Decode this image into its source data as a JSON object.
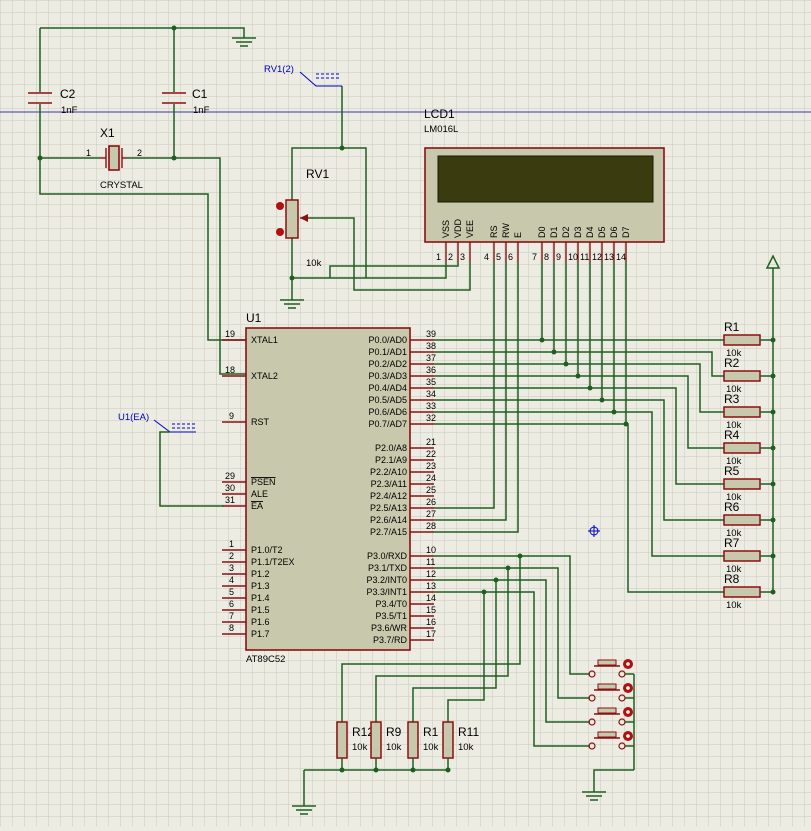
{
  "components": {
    "c2": {
      "ref": "C2",
      "value": "1nF"
    },
    "c1": {
      "ref": "C1",
      "value": "1nF"
    },
    "x1": {
      "ref": "X1",
      "type": "CRYSTAL",
      "pin1": "1",
      "pin2": "2"
    },
    "rv1": {
      "ref": "RV1",
      "value": "10k",
      "probe": "RV1(2)"
    },
    "lcd": {
      "ref": "LCD1",
      "model": "LM016L",
      "pins": [
        {
          "name": "VSS",
          "num": "1"
        },
        {
          "name": "VDD",
          "num": "2"
        },
        {
          "name": "VEE",
          "num": "3"
        },
        {
          "name": "RS",
          "num": "4"
        },
        {
          "name": "RW",
          "num": "5"
        },
        {
          "name": "E",
          "num": "6"
        },
        {
          "name": "D0",
          "num": "7"
        },
        {
          "name": "D1",
          "num": "8"
        },
        {
          "name": "D2",
          "num": "9"
        },
        {
          "name": "D3",
          "num": "10"
        },
        {
          "name": "D4",
          "num": "11"
        },
        {
          "name": "D5",
          "num": "12"
        },
        {
          "name": "D6",
          "num": "13"
        },
        {
          "name": "D7",
          "num": "14"
        }
      ]
    },
    "u1": {
      "ref": "U1",
      "model": "AT89C52",
      "probe": "U1(EA)",
      "left_pins": [
        {
          "name": "XTAL1",
          "num": "19"
        },
        {
          "name": "XTAL2",
          "num": "18"
        },
        {
          "name": "RST",
          "num": "9"
        },
        {
          "name": "PSEN",
          "num": "29"
        },
        {
          "name": "ALE",
          "num": "30"
        },
        {
          "name": "EA",
          "num": "31"
        },
        {
          "name": "P1.0/T2",
          "num": "1"
        },
        {
          "name": "P1.1/T2EX",
          "num": "2"
        },
        {
          "name": "P1.2",
          "num": "3"
        },
        {
          "name": "P1.3",
          "num": "4"
        },
        {
          "name": "P1.4",
          "num": "5"
        },
        {
          "name": "P1.5",
          "num": "6"
        },
        {
          "name": "P1.6",
          "num": "7"
        },
        {
          "name": "P1.7",
          "num": "8"
        }
      ],
      "right_pins": [
        {
          "name": "P0.0/AD0",
          "num": "39"
        },
        {
          "name": "P0.1/AD1",
          "num": "38"
        },
        {
          "name": "P0.2/AD2",
          "num": "37"
        },
        {
          "name": "P0.3/AD3",
          "num": "36"
        },
        {
          "name": "P0.4/AD4",
          "num": "35"
        },
        {
          "name": "P0.5/AD5",
          "num": "34"
        },
        {
          "name": "P0.6/AD6",
          "num": "33"
        },
        {
          "name": "P0.7/AD7",
          "num": "32"
        },
        {
          "name": "P2.0/A8",
          "num": "21"
        },
        {
          "name": "P2.1/A9",
          "num": "22"
        },
        {
          "name": "P2.2/A10",
          "num": "23"
        },
        {
          "name": "P2.3/A11",
          "num": "24"
        },
        {
          "name": "P2.4/A12",
          "num": "25"
        },
        {
          "name": "P2.5/A13",
          "num": "26"
        },
        {
          "name": "P2.6/A14",
          "num": "27"
        },
        {
          "name": "P2.7/A15",
          "num": "28"
        },
        {
          "name": "P3.0/RXD",
          "num": "10"
        },
        {
          "name": "P3.1/TXD",
          "num": "11"
        },
        {
          "name": "P3.2/INT0",
          "num": "12"
        },
        {
          "name": "P3.3/INT1",
          "num": "13"
        },
        {
          "name": "P3.4/T0",
          "num": "14"
        },
        {
          "name": "P3.5/T1",
          "num": "15"
        },
        {
          "name": "P3.6/WR",
          "num": "16"
        },
        {
          "name": "P3.7/RD",
          "num": "17"
        }
      ]
    },
    "pullups": [
      {
        "ref": "R1",
        "value": "10k"
      },
      {
        "ref": "R2",
        "value": "10k"
      },
      {
        "ref": "R3",
        "value": "10k"
      },
      {
        "ref": "R4",
        "value": "10k"
      },
      {
        "ref": "R5",
        "value": "10k"
      },
      {
        "ref": "R6",
        "value": "10k"
      },
      {
        "ref": "R7",
        "value": "10k"
      },
      {
        "ref": "R8",
        "value": "10k"
      }
    ],
    "bottom_resistors": [
      {
        "ref": "R12",
        "value": "10k"
      },
      {
        "ref": "R9",
        "value": "10k"
      },
      {
        "ref": "R1",
        "value": "10k"
      },
      {
        "ref": "R11",
        "value": "10k"
      }
    ]
  }
}
